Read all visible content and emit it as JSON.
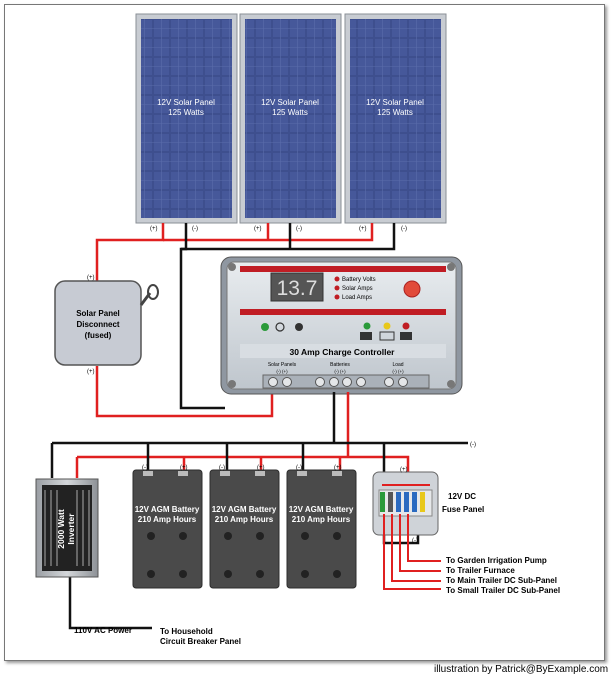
{
  "panels": [
    {
      "line1": "12V Solar Panel",
      "line2": "125 Watts",
      "pos": "(+)",
      "neg": "(-)"
    },
    {
      "line1": "12V Solar Panel",
      "line2": "125 Watts",
      "pos": "(+)",
      "neg": "(-)"
    },
    {
      "line1": "12V Solar Panel",
      "line2": "125 Watts",
      "pos": "(+)",
      "neg": "(-)"
    }
  ],
  "disconnect": {
    "line1": "Solar Panel",
    "line2": "Disconnect",
    "line3": "(fused)",
    "pos_top": "(+)",
    "pos_bottom": "(+)"
  },
  "controller": {
    "display": "13.7",
    "legend": [
      "Battery Volts",
      "Solar Amps",
      "Load Amps"
    ],
    "title": "30 Amp Charge Controller",
    "terminal_groups": [
      "Solar Panels",
      "Batteries",
      "Load"
    ],
    "terminal_sign": "(-)   (+)"
  },
  "neg_bus": "(-)",
  "inverter": {
    "label1": "2000 Watt",
    "label2": "Inverter"
  },
  "batteries": [
    {
      "line1": "12V AGM Battery",
      "line2": "210 Amp Hours",
      "neg": "(-)",
      "pos": "(+)"
    },
    {
      "line1": "12V AGM Battery",
      "line2": "210 Amp Hours",
      "neg": "(-)",
      "pos": "(+)"
    },
    {
      "line1": "12V AGM Battery",
      "line2": "210 Amp Hours",
      "neg": "(-)",
      "pos": "(+)"
    }
  ],
  "fuse_panel": {
    "line1": "12V DC",
    "line2": "Fuse Panel",
    "pos": "(+)",
    "neg": "(-)"
  },
  "loads": [
    "To Garden Irrigation Pump",
    "To Trailer Furnace",
    "To Main Trailer DC Sub-Panel",
    "To Small Trailer DC Sub-Panel"
  ],
  "ac": {
    "power": "110V AC Power",
    "dest1": "To Household",
    "dest2": "Circuit Breaker Panel"
  },
  "credit": "illustration by Patrick@ByExample.com",
  "colors": {
    "positive": "#e02020",
    "negative": "#111111",
    "panel": "#3b4a86",
    "battery": "#4a4a4a",
    "controller": "#cdd3da"
  }
}
